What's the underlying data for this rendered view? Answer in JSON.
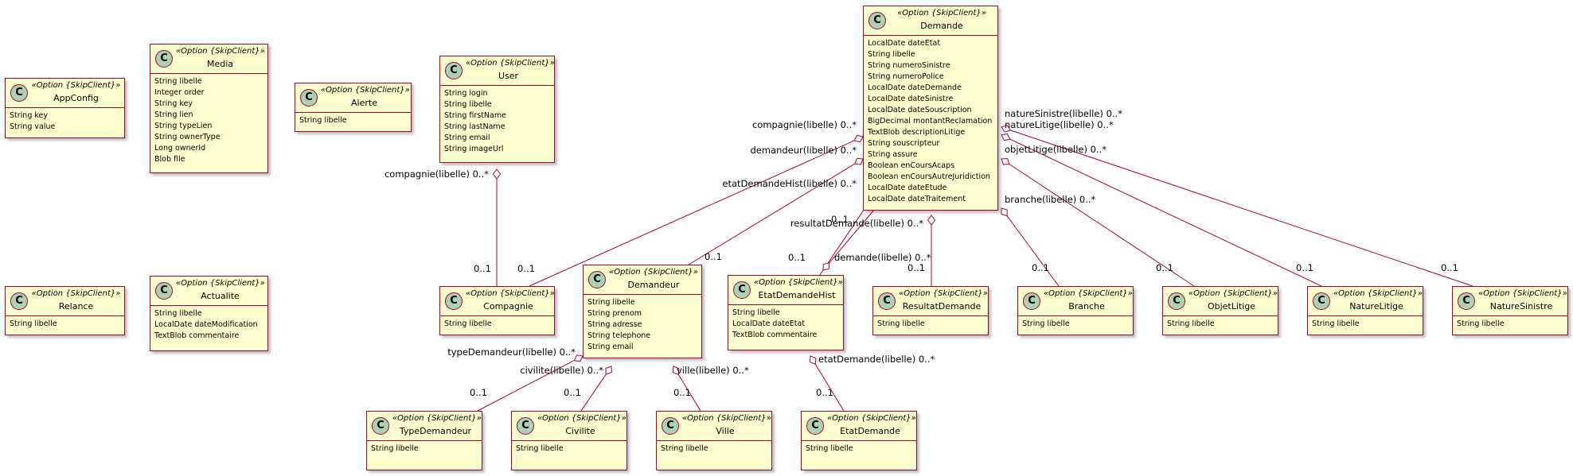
{
  "stereotype": "«Option {SkipClient}»",
  "class_marker": "C",
  "colors": {
    "class_fill": "#FEFECE",
    "border": "#A80036",
    "circle": "#ADD1B2"
  },
  "classes": {
    "AppConfig": {
      "name": "AppConfig",
      "attributes": [
        "String key",
        "String value"
      ]
    },
    "Media": {
      "name": "Media",
      "attributes": [
        "String libelle",
        "Integer order",
        "String key",
        "String lien",
        "String typeLien",
        "String ownerType",
        "Long ownerId",
        "Blob file"
      ]
    },
    "Alerte": {
      "name": "Alerte",
      "attributes": [
        "String libelle"
      ]
    },
    "User": {
      "name": "User",
      "attributes": [
        "String login",
        "String libelle",
        "String firstName",
        "String lastName",
        "String email",
        "String imageUrl"
      ]
    },
    "Demande": {
      "name": "Demande",
      "attributes": [
        "LocalDate dateEtat",
        "String libelle",
        "String numeroSinistre",
        "String numeroPolice",
        "LocalDate dateDemande",
        "LocalDate dateSinistre",
        "LocalDate dateSouscription",
        "BigDecimal montantReclamation",
        "TextBlob descriptionLitige",
        "String souscripteur",
        "String assure",
        "Boolean enCoursAcaps",
        "Boolean enCoursAutreJuridiction",
        "LocalDate dateEtude",
        "LocalDate dateTraitement"
      ]
    },
    "Relance": {
      "name": "Relance",
      "attributes": [
        "String libelle"
      ]
    },
    "Actualite": {
      "name": "Actualite",
      "attributes": [
        "String libelle",
        "LocalDate dateModification",
        "TextBlob commentaire"
      ]
    },
    "Compagnie": {
      "name": "Compagnie",
      "attributes": [
        "String libelle"
      ]
    },
    "Demandeur": {
      "name": "Demandeur",
      "attributes": [
        "String libelle",
        "String prenom",
        "String adresse",
        "String telephone",
        "String email"
      ]
    },
    "EtatDemandeHist": {
      "name": "EtatDemandeHist",
      "attributes": [
        "String libelle",
        "LocalDate dateEtat",
        "TextBlob commentaire"
      ]
    },
    "ResultatDemande": {
      "name": "ResultatDemande",
      "attributes": [
        "String libelle"
      ]
    },
    "Branche": {
      "name": "Branche",
      "attributes": [
        "String libelle"
      ]
    },
    "ObjetLitige": {
      "name": "ObjetLitige",
      "attributes": [
        "String libelle"
      ]
    },
    "NatureLitige": {
      "name": "NatureLitige",
      "attributes": [
        "String libelle"
      ]
    },
    "NatureSinistre": {
      "name": "NatureSinistre",
      "attributes": [
        "String libelle"
      ]
    },
    "TypeDemandeur": {
      "name": "TypeDemandeur",
      "attributes": [
        "String libelle"
      ]
    },
    "Civilite": {
      "name": "Civilite",
      "attributes": [
        "String libelle"
      ]
    },
    "Ville": {
      "name": "Ville",
      "attributes": [
        "String libelle"
      ]
    },
    "EtatDemande": {
      "name": "EtatDemande",
      "attributes": [
        "String libelle"
      ]
    }
  },
  "associations": [
    {
      "from": "User",
      "to": "Compagnie",
      "role": "compagnie(libelle) 0..*",
      "multiplicity": "0..1"
    },
    {
      "from": "Demande",
      "to": "Compagnie",
      "role": "compagnie(libelle) 0..*",
      "multiplicity": "0..1"
    },
    {
      "from": "Demande",
      "to": "Demandeur",
      "role": "demandeur(libelle) 0..*",
      "multiplicity": "0..1"
    },
    {
      "from": "Demande",
      "to": "EtatDemandeHist",
      "role": "etatDemandeHist(libelle) 0..*",
      "multiplicity": "0..1"
    },
    {
      "from": "EtatDemandeHist",
      "to": "Demande",
      "role": "demande(libelle) 0..*",
      "multiplicity": "0..1"
    },
    {
      "from": "Demande",
      "to": "ResultatDemande",
      "role": "resultatDemande(libelle) 0..*",
      "multiplicity": "0..1"
    },
    {
      "from": "Demande",
      "to": "Branche",
      "role": "branche(libelle) 0..*",
      "multiplicity": "0..1"
    },
    {
      "from": "Demande",
      "to": "ObjetLitige",
      "role": "objetLitige(libelle) 0..*",
      "multiplicity": "0..1"
    },
    {
      "from": "Demande",
      "to": "NatureLitige",
      "role": "natureLitige(libelle) 0..*",
      "multiplicity": "0..1"
    },
    {
      "from": "Demande",
      "to": "NatureSinistre",
      "role": "natureSinistre(libelle) 0..*",
      "multiplicity": "0..1"
    },
    {
      "from": "Demandeur",
      "to": "TypeDemandeur",
      "role": "typeDemandeur(libelle) 0..*",
      "multiplicity": "0..1"
    },
    {
      "from": "Demandeur",
      "to": "Civilite",
      "role": "civilite(libelle) 0..*",
      "multiplicity": "0..1"
    },
    {
      "from": "Demandeur",
      "to": "Ville",
      "role": "ville(libelle) 0..*",
      "multiplicity": "0..1"
    },
    {
      "from": "EtatDemandeHist",
      "to": "EtatDemande",
      "role": "etatDemande(libelle) 0..*",
      "multiplicity": "0..1"
    }
  ]
}
